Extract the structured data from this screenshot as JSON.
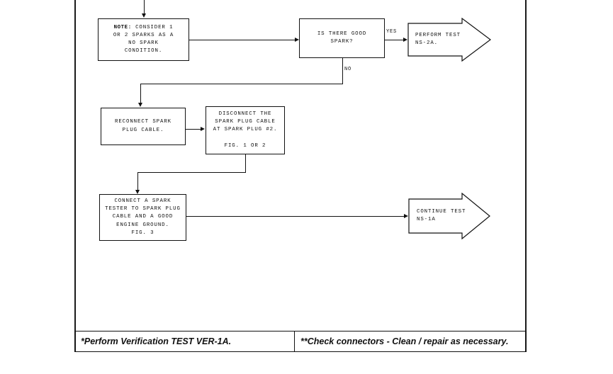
{
  "diagram": {
    "type": "flowchart",
    "title": "Spark test diagnostic flowchart",
    "nodes": [
      {
        "id": "note",
        "shape": "rectangle",
        "label_bold": "NOTE:",
        "label_rest": " CONSIDER 1\nOR 2 SPARKS AS A\nNO SPARK\nCONDITION."
      },
      {
        "id": "decision-spark",
        "shape": "rectangle",
        "label": "IS THERE GOOD\nSPARK?"
      },
      {
        "id": "reconnect",
        "shape": "rectangle",
        "label": "RECONNECT SPARK\nPLUG CABLE."
      },
      {
        "id": "disconnect",
        "shape": "rectangle",
        "label": "DISCONNECT THE\nSPARK PLUG CABLE\nAT SPARK PLUG #2.\n\nFIG. 1 OR 2"
      },
      {
        "id": "connect-tester",
        "shape": "rectangle",
        "label": "CONNECT A SPARK\nTESTER TO SPARK PLUG\nCABLE AND A GOOD\nENGINE GROUND.\nFIG. 3"
      }
    ],
    "callouts": [
      {
        "id": "perform-test",
        "shape": "block-arrow-right",
        "label": "PERFORM TEST\nNS-2A."
      },
      {
        "id": "continue-test",
        "shape": "block-arrow-right",
        "label": "CONTINUE TEST\nNS-1A"
      }
    ],
    "edge_labels": {
      "yes": "YES",
      "no": "NO"
    }
  },
  "footer": {
    "note_left": "*Perform Verification TEST VER-1A.",
    "note_right": "**Check connectors - Clean / repair as necessary."
  },
  "colors": {
    "ink": "#111111",
    "paper": "#ffffff"
  }
}
